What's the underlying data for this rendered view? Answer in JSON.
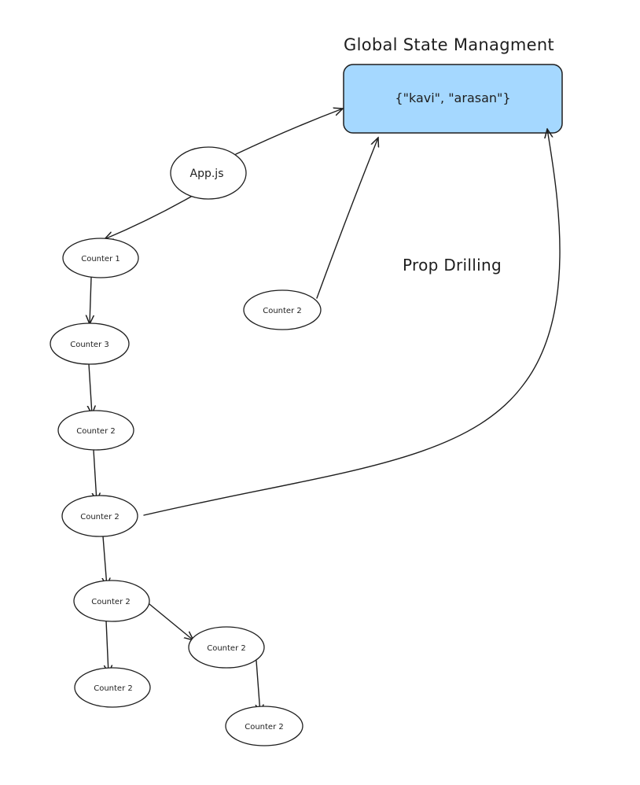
{
  "title": "Global State Managment",
  "store_label": "{\"kavi\", \"arasan\"}",
  "store_color": "#a5d8ff",
  "side_label": "Prop Drilling",
  "nodes": {
    "app": "App.js",
    "counter1": "Counter 1",
    "counter3": "Counter 3",
    "counter2_a": "Counter 2",
    "counter2_b": "Counter 2",
    "counter2_c": "Counter 2",
    "counter2_d": "Counter 2",
    "counter2_e": "Counter 2",
    "counter2_f": "Counter 2",
    "counter2_isolated": "Counter 2"
  }
}
